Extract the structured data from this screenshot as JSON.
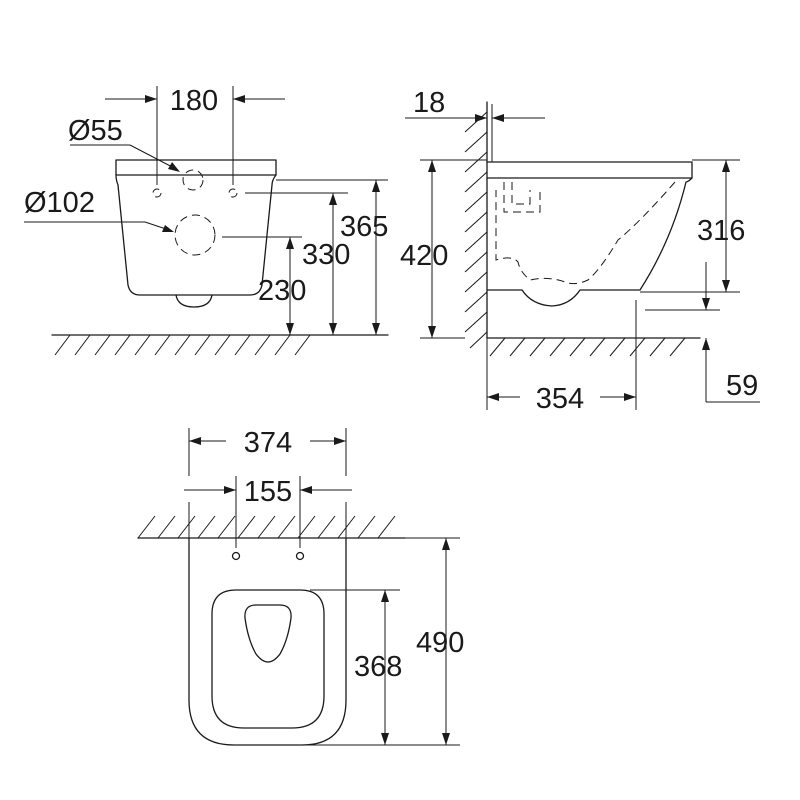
{
  "front_view": {
    "hole_spacing": "180",
    "small_pipe_diameter": "Ø55",
    "large_pipe_diameter": "Ø102",
    "top_height": "365",
    "pipe_height": "330",
    "waste_height": "230"
  },
  "side_view": {
    "wall_offset": "18",
    "overall_height": "420",
    "bowl_height": "316",
    "projection": "354",
    "bottom_clearance": "59"
  },
  "plan_view": {
    "overall_width": "374",
    "fixing_spacing": "155",
    "inner_length": "368",
    "overall_length": "490"
  }
}
